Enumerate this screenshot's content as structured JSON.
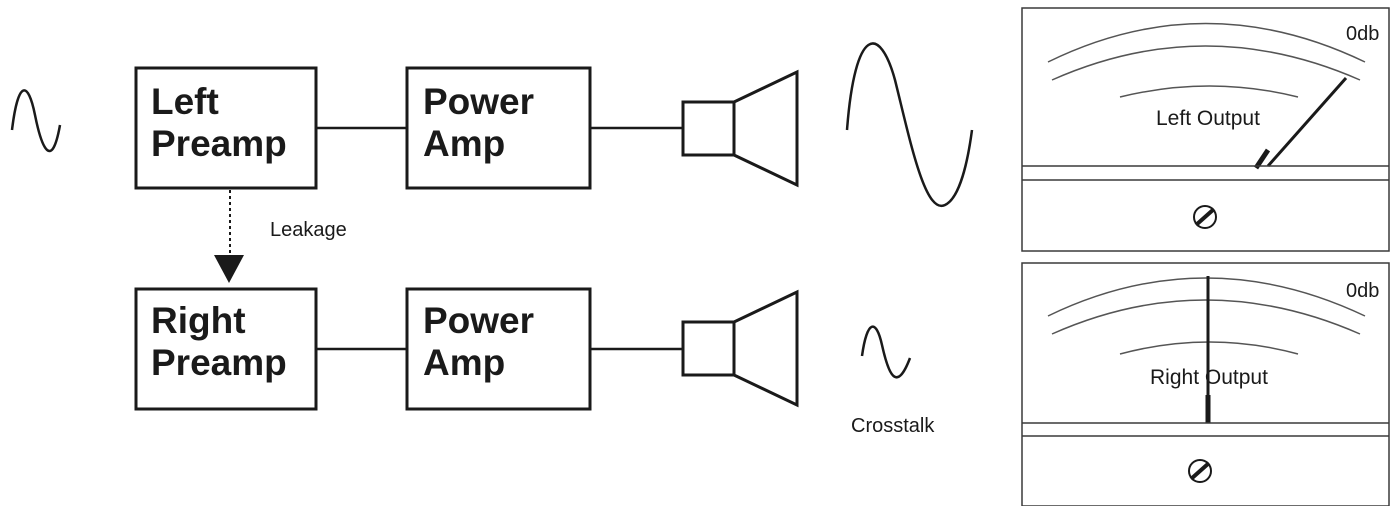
{
  "left_channel": {
    "preamp_line1": "Left",
    "preamp_line2": "Preamp",
    "amp_line1": "Power",
    "amp_line2": "Amp"
  },
  "right_channel": {
    "preamp_line1": "Right",
    "preamp_line2": "Preamp",
    "amp_line1": "Power",
    "amp_line2": "Amp"
  },
  "leakage_label": "Leakage",
  "crosstalk_label": "Crosstalk",
  "left_meter": {
    "label": "Left Output",
    "scale_max": "0db"
  },
  "right_meter": {
    "label": "Right Output",
    "scale_max": "0db"
  }
}
